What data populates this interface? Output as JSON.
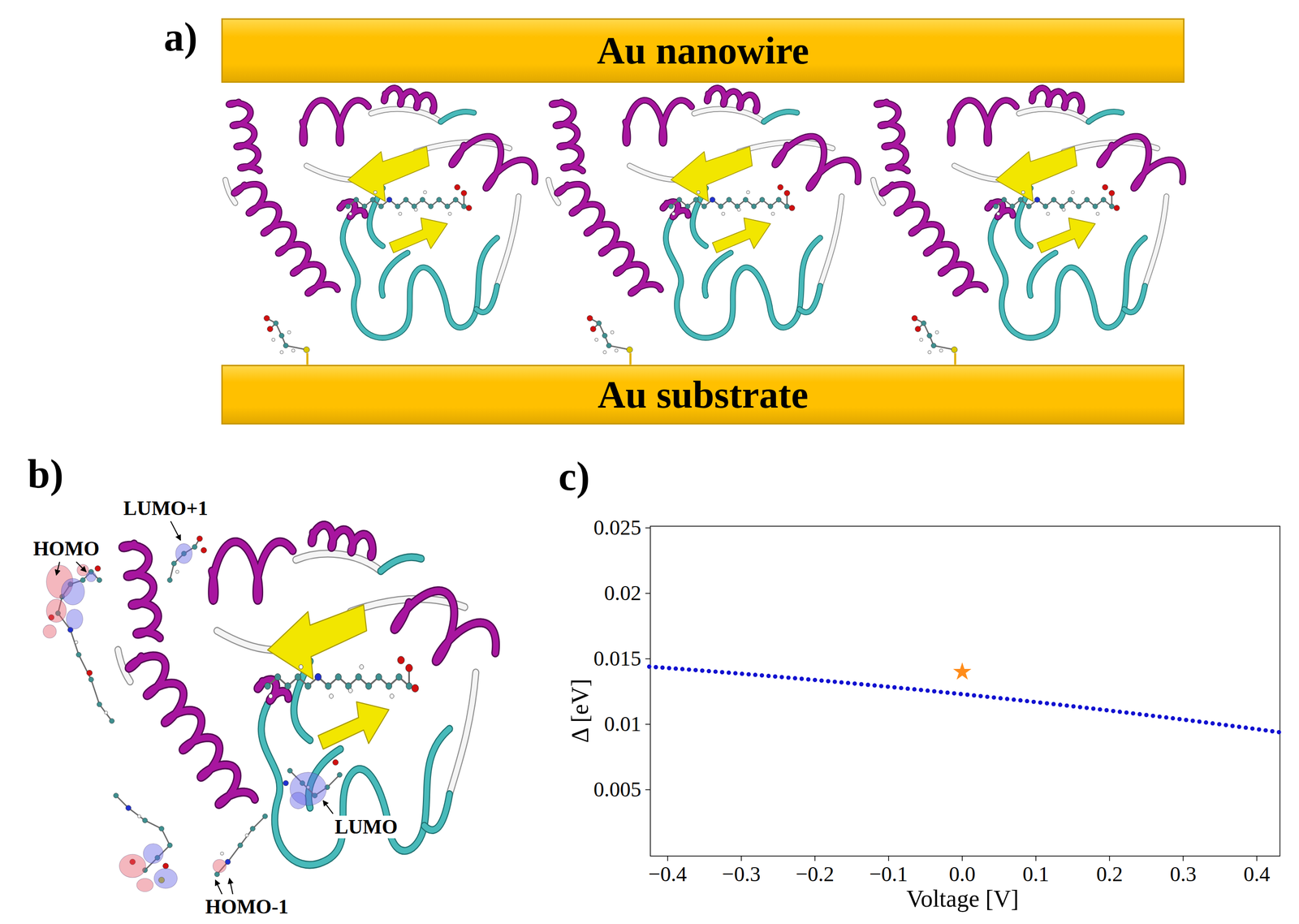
{
  "diagram": {
    "nodes": [
      {
        "text": [
          "Au nanowire"
        ]
      },
      {
        "text": [
          "Au substrate"
        ]
      }
    ],
    "labels": [
      "a)",
      "b)",
      "c)",
      "LUMO+1",
      "HOMO",
      "LUMO",
      "HOMO-1",
      "0.025",
      "0.02",
      "0.015",
      "0.01",
      "0.005",
      "−0.4",
      "−0.3",
      "−0.2",
      "−0.1",
      "0.0",
      "0.1",
      "0.2",
      "0.3",
      "0.4",
      "Δ [eV]",
      "Voltage [V]"
    ]
  }
}
